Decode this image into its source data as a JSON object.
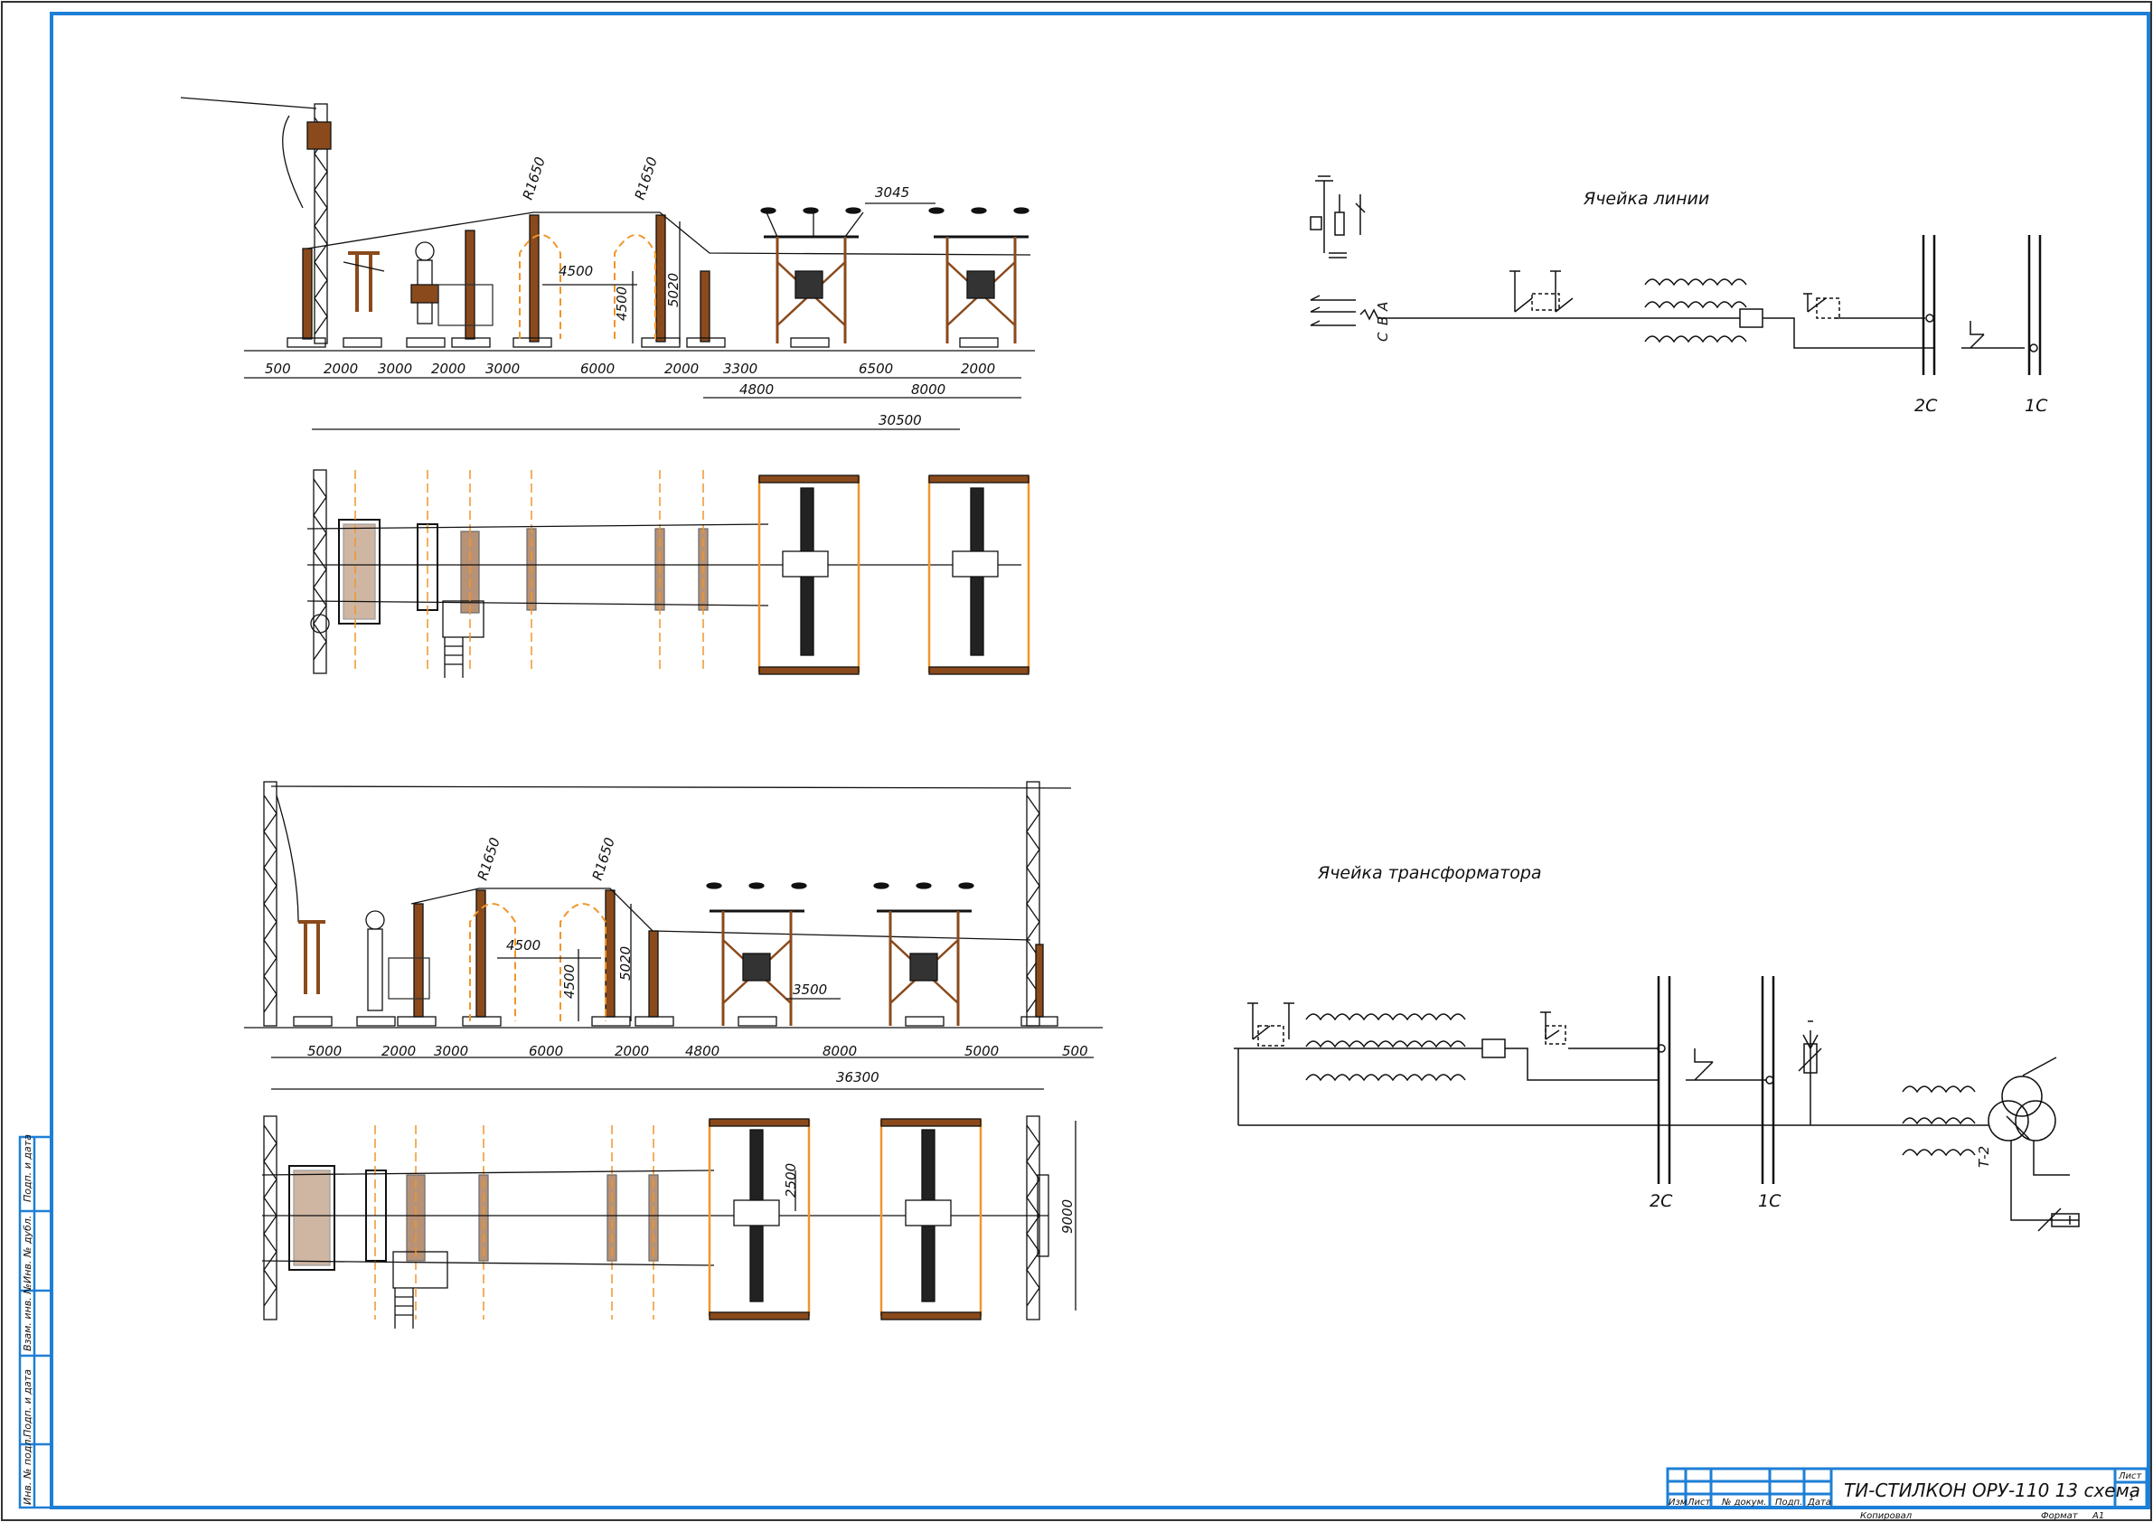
{
  "colors": {
    "frame": "#1e7fd6",
    "ink": "#111111",
    "orange": "#f0962a",
    "brown": "#8a4a1c"
  },
  "title_block": {
    "title": "ТИ-СТИЛКОН ОРУ-110 13 схема",
    "sheet_label": "Лист",
    "sheet_number": "1",
    "headers": [
      "Изм",
      "Лист",
      "№ докум.",
      "Подп.",
      "Дата"
    ],
    "copied": "Копировал",
    "format": "Формат",
    "format_value": "A1"
  },
  "sidebar": [
    "Подп. и дата",
    "Инв. № дубл.",
    "Взам. инв. №",
    "Подп. и дата",
    "Инв. № подл."
  ],
  "line_cell": {
    "title": "Ячейка линии",
    "phase_labels": [
      "С",
      "В",
      "А"
    ],
    "bus_labels": [
      "2С",
      "1С"
    ]
  },
  "transformer_cell": {
    "title": "Ячейка трансформатора",
    "bus_labels": [
      "2С",
      "1С"
    ],
    "transformer_label": "Т-2"
  },
  "section1": {
    "radius_labels": [
      "R1650",
      "R1650"
    ],
    "top_dim": "3045",
    "inner_dims": [
      "4500",
      "4500",
      "5020"
    ],
    "row1_dims": [
      "500",
      "2000",
      "3000",
      "2000",
      "3000",
      "6000",
      "2000",
      "3300",
      "6500",
      "2000"
    ],
    "row2_dims": [
      "4800",
      "8000"
    ],
    "total_dim": "30500"
  },
  "section2": {
    "radius_labels": [
      "R1650",
      "R1650"
    ],
    "inner_dims": [
      "4500",
      "4500",
      "5020",
      "3500"
    ],
    "row1_dims": [
      "5000",
      "2000",
      "3000",
      "6000",
      "2000",
      "4800",
      "8000",
      "5000",
      "500"
    ],
    "total_dim": "36300",
    "plan_dims": [
      "2500",
      "9000"
    ]
  }
}
